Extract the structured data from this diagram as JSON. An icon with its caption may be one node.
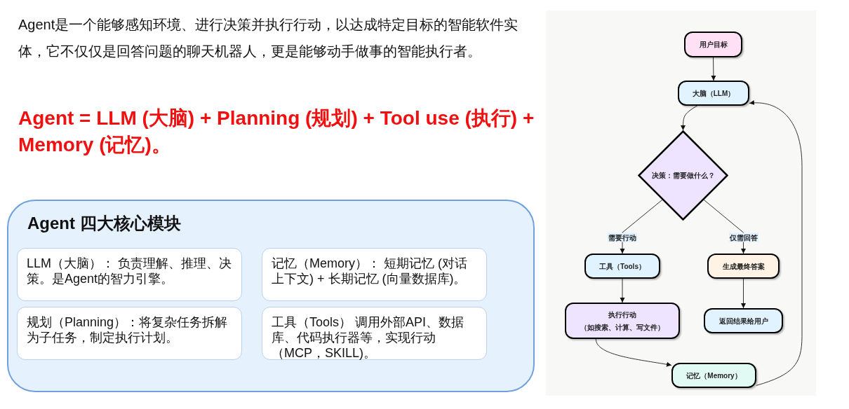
{
  "diagram": {
    "nodes": [
      {
        "text": [
          "Agent 四大核心模块"
        ]
      },
      {
        "text": [
          "LLM（大脑）： 负责理解、推理、决策。是Agent的智力引擎。"
        ],
        "in": 0
      },
      {
        "text": [
          "记忆（Memory）： 短期记忆 (对话上下文) + 长期记忆 (向量数据库)。"
        ],
        "in": 0
      },
      {
        "text": [
          "规划（Planning）：将复杂任务拆解为子任务，制定执行计划。"
        ],
        "in": 0
      },
      {
        "text": [
          "工具（Tools） 调用外部API、数据库、代码执行器等，实现行动（MCP，SKILL)。"
        ],
        "in": 0
      },
      {
        "text": [
          "用户目标"
        ]
      },
      {
        "text": [
          "大脑（LLM）"
        ]
      },
      {
        "text": [
          "决策：需要做什么？"
        ]
      },
      {
        "text": [
          "工具（Tools）"
        ]
      },
      {
        "text": [
          "生成最终答案"
        ]
      },
      {
        "text": [
          "执行行动",
          "（如搜索、计算、写文件）"
        ]
      },
      {
        "text": [
          "返回结果给用户"
        ]
      },
      {
        "text": [
          "记忆（Memory）"
        ]
      }
    ],
    "edges": [
      {
        "from": 5,
        "to": 6,
        "arrow": "to"
      },
      {
        "from": 6,
        "to": 7,
        "arrow": "to"
      },
      {
        "from": 7,
        "to": 8,
        "arrow": "to",
        "label": "需要行动"
      },
      {
        "from": 7,
        "to": 9,
        "arrow": "to",
        "label": "仅需回答"
      },
      {
        "from": 8,
        "to": 10,
        "arrow": "to"
      },
      {
        "from": 9,
        "to": 11,
        "arrow": "to"
      },
      {
        "from": 10,
        "to": 12,
        "arrow": "to"
      },
      {
        "from": 12,
        "to": 6,
        "arrow": "to"
      }
    ],
    "labels": [
      "Agent是一个能够感知环境、进行决策并执行行动，以达成特定目标的智能软件实体，它不仅仅是回答问题的聊天机器人，更是能够动手做事的智能执行者。",
      "Agent = LLM (大脑) + Planning (规划) + Tool use (执行) + Memory (记忆)。"
    ]
  }
}
